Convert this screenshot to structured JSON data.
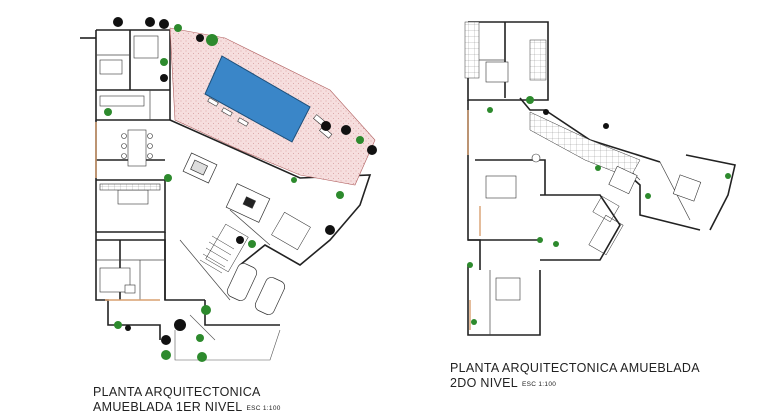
{
  "plans": [
    {
      "title_line1": "PLANTA ARQUITECTONICA",
      "title_line2": "AMUEBLADA 1ER NIVEL",
      "scale": "ESC 1:100"
    },
    {
      "title_line1": "PLANTA ARQUITECTONICA AMUEBLADA",
      "title_line2": "2DO NIVEL",
      "scale": "ESC 1:100"
    }
  ],
  "colors": {
    "wall": "#222222",
    "pool": "#3a86c8",
    "pool_deck": "#f2d4d4",
    "tree": "#2d8a2d",
    "tree_dark": "#111111",
    "wood": "#d9a070"
  }
}
